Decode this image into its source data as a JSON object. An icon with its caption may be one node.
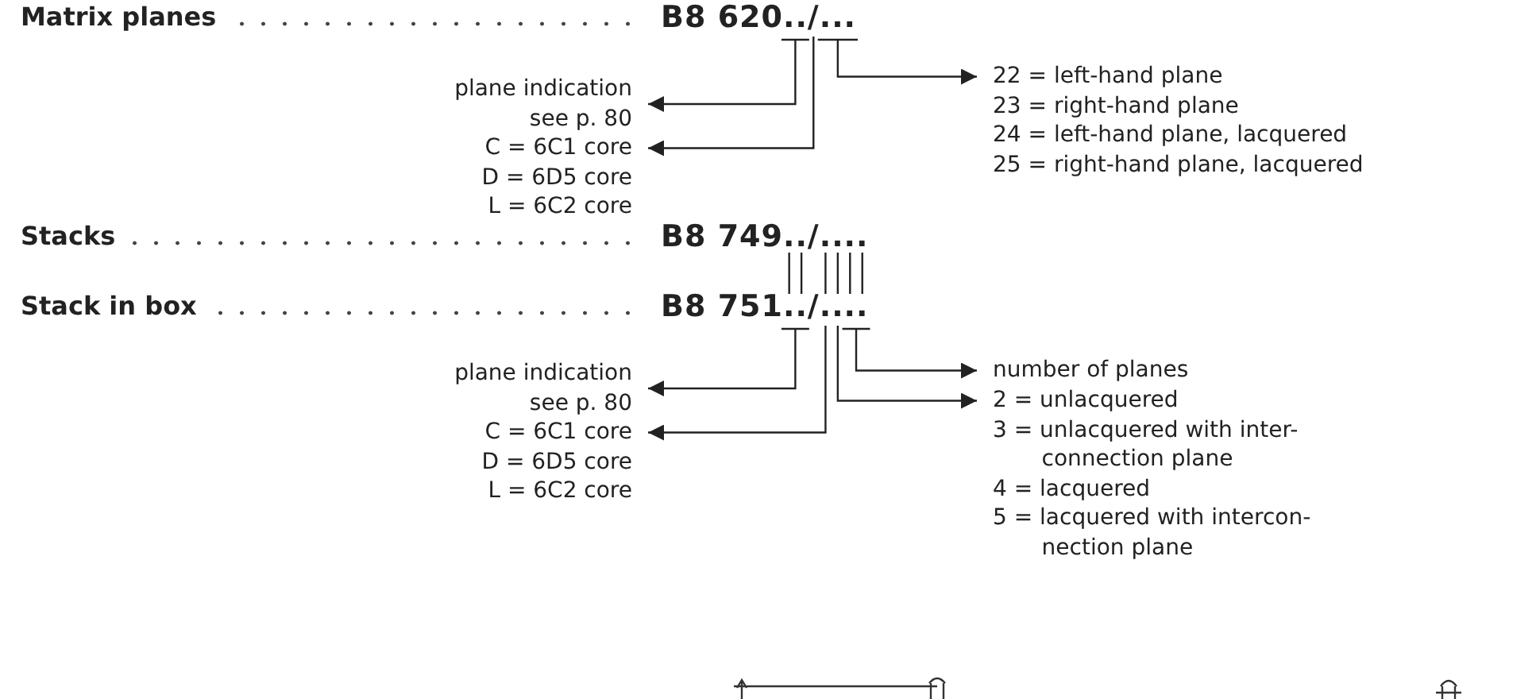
{
  "diagram": {
    "nodes": [
      {
        "text": [
          "B8 620../..."
        ]
      },
      {
        "text": [
          "plane indication see p. 80"
        ]
      },
      {
        "text": [
          "C = 6C1 core",
          "D = 6D5 core",
          "L = 6C2 core"
        ]
      },
      {
        "text": [
          "22 = left-hand plane",
          "23 = right-hand plane",
          "24 = left-hand plane, lacquered",
          "25 = right-hand plane, lacquered"
        ]
      },
      {
        "text": [
          "B8 749../...."
        ]
      },
      {
        "text": [
          "B8 751../...."
        ]
      },
      {
        "text": [
          "plane indication see p. 80"
        ]
      },
      {
        "text": [
          "C = 6C1 core",
          "D = 6D5 core",
          "L = 6C2 core"
        ]
      },
      {
        "text": [
          "number of planes"
        ]
      },
      {
        "text": [
          "2 = unlacquered",
          "3 = unlacquered with inter- connection plane",
          "4 = lacquered",
          "5 = lacquered with intercon- nection plane"
        ]
      }
    ],
    "edges": [
      {
        "from": 0,
        "to": 1,
        "arrow": "to"
      },
      {
        "from": 0,
        "to": 2,
        "arrow": "to"
      },
      {
        "from": 0,
        "to": 3,
        "arrow": "to"
      },
      {
        "from": 4,
        "to": 5,
        "arrow": "none"
      },
      {
        "from": 5,
        "to": 6,
        "arrow": "to"
      },
      {
        "from": 5,
        "to": 7,
        "arrow": "to"
      },
      {
        "from": 5,
        "to": 8,
        "arrow": "to"
      },
      {
        "from": 5,
        "to": 9,
        "arrow": "to"
      }
    ],
    "labels": [
      "Matrix planes",
      "Stacks",
      "Stack in box"
    ]
  }
}
